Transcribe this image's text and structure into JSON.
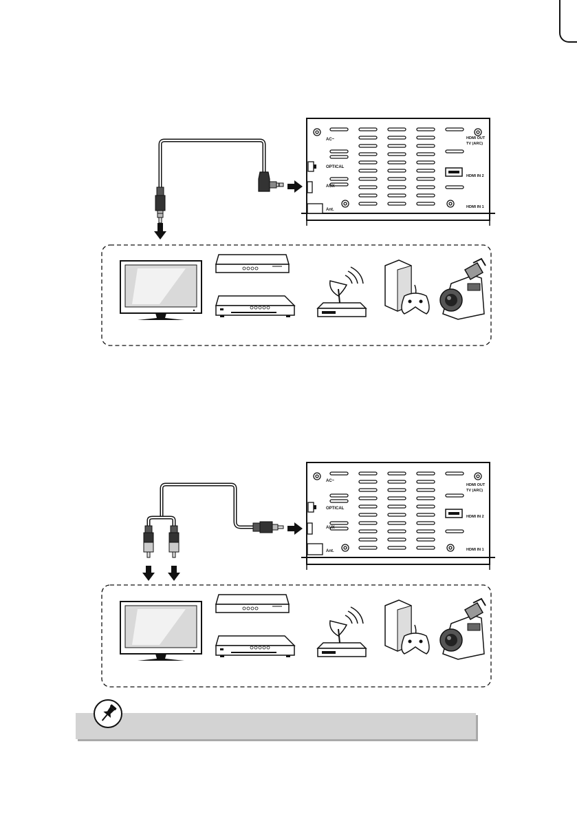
{
  "panel_labels": {
    "ac": "AC~",
    "optical": "OPTICAL",
    "aux": "AUX",
    "ant": "Ant.",
    "hdmi_out": "HDMI OUT",
    "tv_arc": "TV (ARC)",
    "hdmi_in_2": "HDMI IN 2",
    "hdmi_in_1": "HDMI IN 1"
  },
  "icons": {
    "note": "pushpin-icon",
    "devices": [
      "tv-icon",
      "dvd-player-icon",
      "set-top-box-icon",
      "satellite-receiver-icon",
      "game-console-icon",
      "camcorder-icon"
    ]
  },
  "colors": {
    "line": "#111111",
    "note_background": "#d3d3d3",
    "note_shadow": "#a9a9a9"
  }
}
